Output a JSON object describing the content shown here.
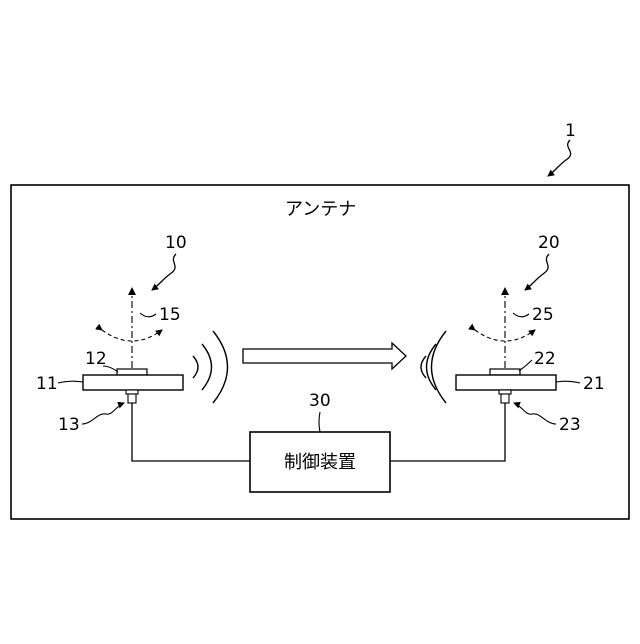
{
  "diagram": {
    "figure_ref": "1",
    "frame_title": "アンテナ",
    "controller_label": "制御装置",
    "controller_ref": "30",
    "antenna_left": {
      "ref": "10",
      "plate_ref": "11",
      "element_ref": "12",
      "connector_ref": "13",
      "axis_ref": "15"
    },
    "antenna_right": {
      "ref": "20",
      "plate_ref": "21",
      "element_ref": "22",
      "connector_ref": "23",
      "axis_ref": "25"
    }
  }
}
